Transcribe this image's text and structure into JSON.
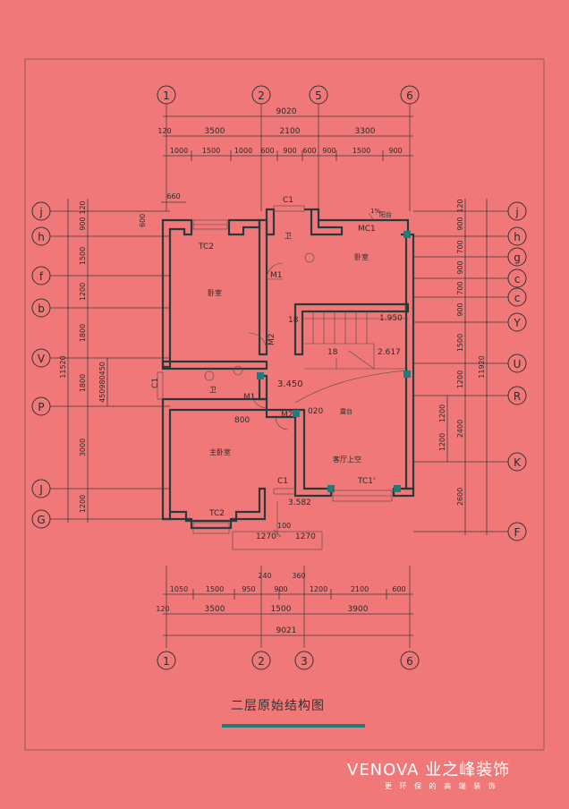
{
  "title": "二层原始结构图",
  "brand": {
    "name": "VENOVA 业之峰装饰",
    "slogan": "更 环 保 的 高 端 装 饰"
  },
  "colors": {
    "background": "#F07878",
    "accent": "#1F7C7C",
    "ink": "#2B2B2B"
  },
  "axes": {
    "top": [
      "1",
      "2",
      "5",
      "6"
    ],
    "bottom": [
      "1",
      "2",
      "3",
      "6"
    ],
    "left": [
      "j",
      "h",
      "f",
      "b",
      "V",
      "P",
      "J",
      "G"
    ],
    "right": [
      "j",
      "h",
      "g",
      "c",
      "c",
      "Y",
      "U",
      "R",
      "K",
      "F"
    ]
  },
  "dims": {
    "top_total": "9020",
    "top_mid": [
      "120",
      "3500",
      "2100",
      "3300"
    ],
    "top_detail": [
      "1000",
      "1500",
      "1000",
      "600",
      "900",
      "600",
      "900",
      "1500",
      "900"
    ],
    "bottom_total": "9021",
    "bottom_mid": [
      "120",
      "3500",
      "1500",
      "3900"
    ],
    "bottom_detail": [
      "1050",
      "1500",
      "950",
      "900",
      "1200",
      "2100",
      "600"
    ],
    "bottom_small": [
      "240",
      "360"
    ],
    "left_col": [
      "120",
      "900",
      "1500",
      "1200",
      "1800",
      "1800",
      "3000",
      "1200"
    ],
    "left_total": "11520",
    "left_inner": "450980450",
    "right_col": [
      "120",
      "900",
      "700",
      "900",
      "700",
      "900",
      "1500",
      "1200",
      "2400",
      "1200",
      "2600"
    ],
    "right_total": "11920",
    "right_inner": "1200",
    "misc": [
      "660",
      "600",
      "800",
      "1270",
      "1270",
      "100"
    ]
  },
  "labels": {
    "c1_top": "C1",
    "c1_left": "C1",
    "c1_bottom": "C1",
    "tc2_top": "TC2",
    "tc2_bottom": "TC2",
    "tc1": "TC1'",
    "mc1": "MC1",
    "balcony": "阳台",
    "slope": "1%",
    "m1_a": "M1",
    "m1_b": "M1",
    "m2_a": "M2",
    "m2_b": "M2",
    "wc_a": "卫",
    "wc_b": "卫",
    "bedroom_a": "卧室",
    "bedroom_b": "卧室",
    "master": "主卧室",
    "living_void": "客厅上空",
    "elev_1": "1.950",
    "elev_2": "2.617",
    "elev_3": "3.450",
    "elev_4": "3.582",
    "elev_5": "020",
    "stair_a": "18",
    "stair_b": "18",
    "roof_label": "露台"
  }
}
